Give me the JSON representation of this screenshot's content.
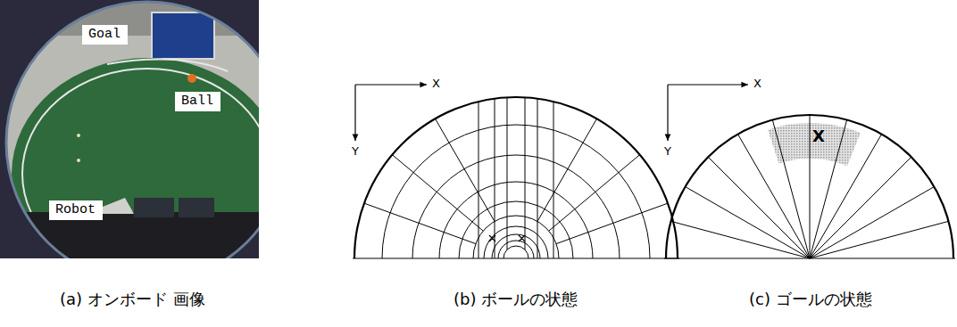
{
  "diagram": {
    "nodes": [
      {
        "text": [
          "Goal"
        ]
      },
      {
        "text": [
          "Ball"
        ]
      },
      {
        "text": [
          "Robot"
        ]
      }
    ],
    "labels": [
      "X",
      "Y",
      "X",
      "Y",
      "X",
      "(a) オンボード 画像",
      "(b) ボールの状態",
      "(c) ゴールの状態"
    ]
  }
}
